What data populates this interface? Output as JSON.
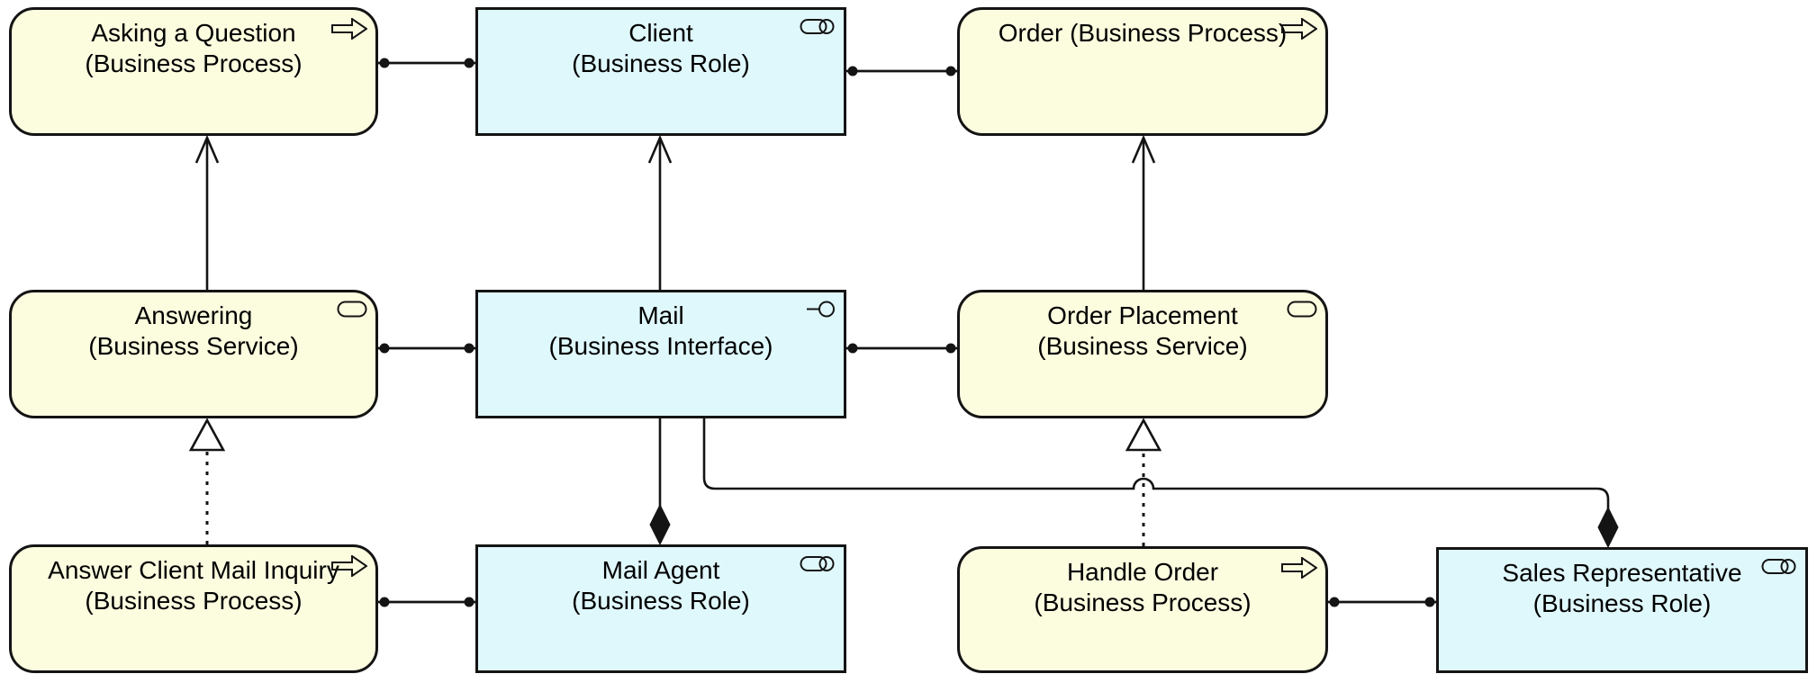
{
  "diagram": {
    "colors": {
      "process_service_fill": "#FCFCDF",
      "role_interface_fill": "#DFF8FC",
      "line_color": "#141414",
      "background": "#FFFFFF"
    },
    "nodes": {
      "asking": {
        "name": "Asking a Question",
        "element_type": "Business Process",
        "lines": [
          "Asking a Question",
          "(Business Process)"
        ],
        "icon": "business-process-icon"
      },
      "client": {
        "name": "Client",
        "element_type": "Business Role",
        "lines": [
          "Client",
          "(Business Role)"
        ],
        "icon": "business-role-icon"
      },
      "order": {
        "name": "Order",
        "element_type": "Business Process",
        "lines": [
          "Order (Business Process)"
        ],
        "icon": "business-process-icon"
      },
      "answering": {
        "name": "Answering",
        "element_type": "Business Service",
        "lines": [
          "Answering",
          "(Business Service)"
        ],
        "icon": "business-service-icon"
      },
      "mail": {
        "name": "Mail",
        "element_type": "Business Interface",
        "lines": [
          "Mail",
          "(Business Interface)"
        ],
        "icon": "business-interface-icon"
      },
      "order_placement": {
        "name": "Order Placement",
        "element_type": "Business Service",
        "lines": [
          "Order Placement",
          "(Business Service)"
        ],
        "icon": "business-service-icon"
      },
      "answer_inquiry": {
        "name": "Answer Client Mail Inquiry",
        "element_type": "Business Process",
        "lines": [
          "Answer Client Mail Inquiry",
          "(Business Process)"
        ],
        "icon": "business-process-icon"
      },
      "mail_agent": {
        "name": "Mail Agent",
        "element_type": "Business Role",
        "lines": [
          "Mail Agent",
          "(Business Role)"
        ],
        "icon": "business-role-icon"
      },
      "handle_order": {
        "name": "Handle Order",
        "element_type": "Business Process",
        "lines": [
          "Handle Order",
          "(Business Process)"
        ],
        "icon": "business-process-icon"
      },
      "sales_rep": {
        "name": "Sales Representative",
        "element_type": "Business Role",
        "lines": [
          "Sales Representative",
          "(Business Role)"
        ],
        "icon": "business-role-icon"
      }
    },
    "edges": [
      {
        "from": "asking",
        "to": "client",
        "type": "assignment"
      },
      {
        "from": "client",
        "to": "order",
        "type": "assignment"
      },
      {
        "from": "answering",
        "to": "asking",
        "type": "serving"
      },
      {
        "from": "mail",
        "to": "client",
        "type": "serving"
      },
      {
        "from": "order_placement",
        "to": "order",
        "type": "serving"
      },
      {
        "from": "answering",
        "to": "mail",
        "type": "assignment"
      },
      {
        "from": "mail",
        "to": "order_placement",
        "type": "assignment"
      },
      {
        "from": "answer_inquiry",
        "to": "answering",
        "type": "realization"
      },
      {
        "from": "handle_order",
        "to": "order_placement",
        "type": "realization"
      },
      {
        "from": "mail_agent",
        "to": "mail",
        "type": "composition"
      },
      {
        "from": "sales_rep",
        "to": "mail",
        "type": "composition"
      },
      {
        "from": "answer_inquiry",
        "to": "mail_agent",
        "type": "assignment"
      },
      {
        "from": "handle_order",
        "to": "sales_rep",
        "type": "assignment"
      }
    ]
  }
}
